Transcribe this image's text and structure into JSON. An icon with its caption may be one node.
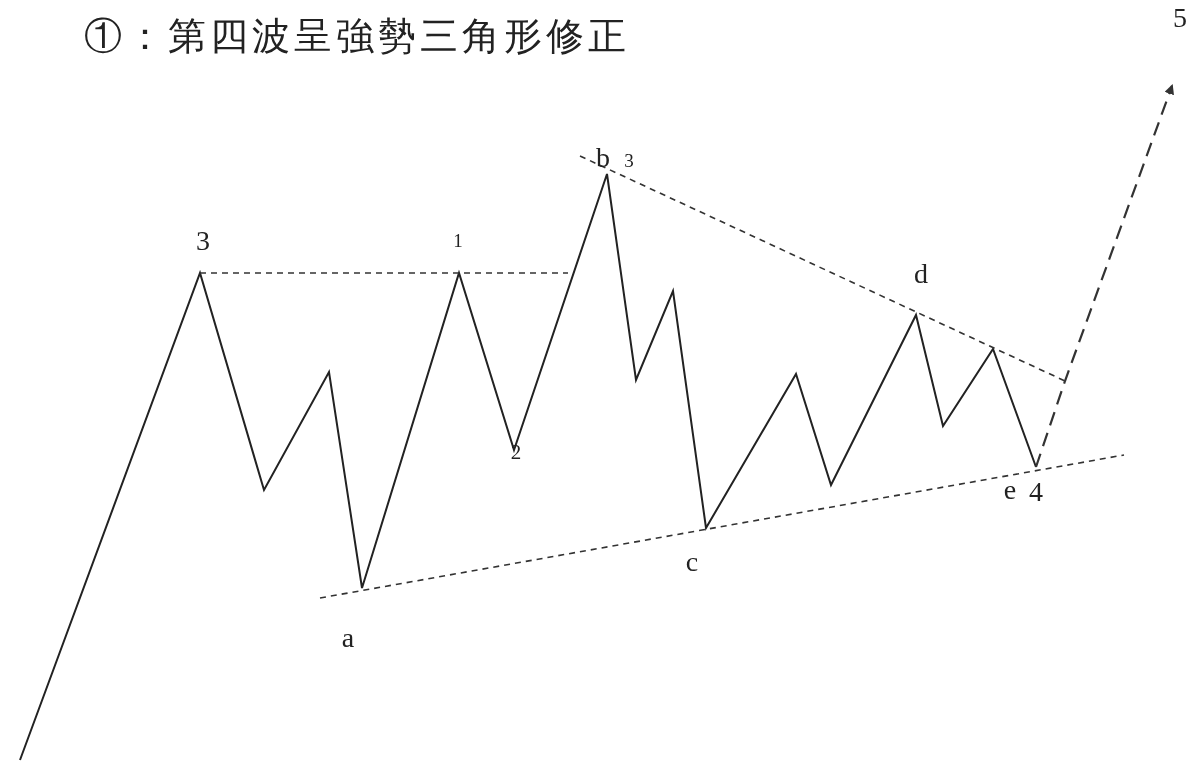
{
  "diagram": {
    "title": "①：第四波呈強勢三角形修正",
    "labels": [
      "5",
      "b",
      "3",
      "3",
      "1",
      "d",
      "2",
      "e",
      "4",
      "c",
      "a"
    ]
  }
}
